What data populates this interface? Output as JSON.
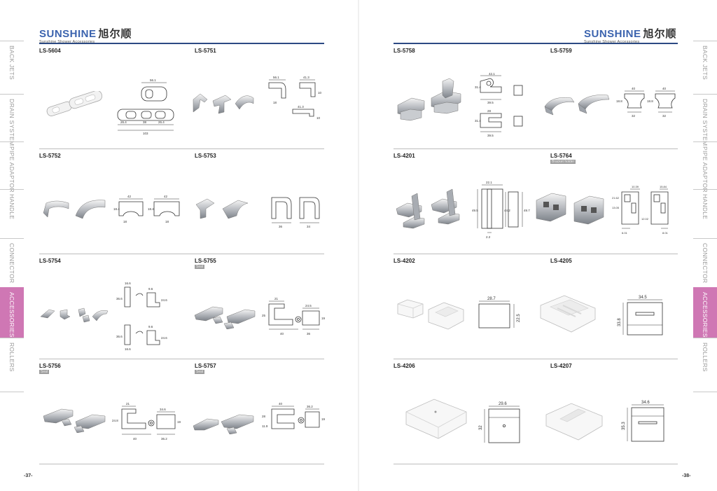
{
  "brand": {
    "name": "SUNSHINE",
    "name_cn": "旭尔顺",
    "tagline": "Sunshine Shower Accessories"
  },
  "side_tabs": [
    "BACK JETS",
    "DRAIN SYSTEM",
    "PIPE ADAPTOR",
    "HANDLE",
    "CONNECTOR",
    "ACCESSORIES",
    "ROLLERS"
  ],
  "active_tab": "ACCESSORIES",
  "colors": {
    "brand_blue": "#3b63ae",
    "rule": "#2c4a83",
    "active_tab": "#cf77b4",
    "tab_text": "#9a9a9a"
  },
  "pages": {
    "left": {
      "number": "-37-",
      "products": [
        {
          "code": "LS-5604",
          "dims": [
            "56.1",
            "26.4",
            "38",
            "26.4",
            "103"
          ]
        },
        {
          "code": "LS-5751",
          "dims": [
            "56.1",
            "41.3",
            "41.3",
            "18",
            "10",
            "10"
          ]
        },
        {
          "code": "LS-5752",
          "dims": [
            "42",
            "42",
            "18.4",
            "18.4",
            "18",
            "18"
          ]
        },
        {
          "code": "LS-5753",
          "dims": [
            "36",
            "34"
          ]
        },
        {
          "code": "LS-5754",
          "dims": [
            "16.6",
            "36.6",
            "9.6",
            "24.6",
            "16.6",
            "36.6",
            "9.6",
            "24.6"
          ]
        },
        {
          "code": "LS-5755",
          "note": "Seal",
          "dims": [
            "21",
            "24.5",
            "25",
            "40",
            "36",
            "19"
          ]
        },
        {
          "code": "LS-5756",
          "note": "Seal",
          "dims": [
            "21",
            "24.8",
            "34.6",
            "40",
            "36.2",
            "19"
          ]
        },
        {
          "code": "LS-5757",
          "note": "Seal",
          "dims": [
            "40",
            "36.2",
            "28",
            "11.9",
            "19"
          ]
        }
      ]
    },
    "right": {
      "number": "-38-",
      "products": [
        {
          "code": "LS-5758",
          "dims": [
            "42.1",
            "31.4",
            "39.5",
            "28",
            "31.4",
            "39.5"
          ]
        },
        {
          "code": "LS-5759",
          "dims": [
            "40",
            "40",
            "18.8",
            "18.8",
            "32",
            "32"
          ]
        },
        {
          "code": "LS-4201",
          "dims": [
            "22.1",
            "49.5",
            "44.2",
            "49.7",
            "2.2"
          ]
        },
        {
          "code": "LS-5764",
          "note": "Bracket holder",
          "dims": [
            "10.39",
            "15.84",
            "21.62",
            "13.05",
            "12.02",
            "6.01",
            "8.01"
          ]
        },
        {
          "code": "LS-4202",
          "dims": [
            "28.7",
            "22.5"
          ]
        },
        {
          "code": "LS-4205",
          "dims": [
            "34.5",
            "33.8"
          ]
        },
        {
          "code": "LS-4206",
          "dims": [
            "29.6",
            "32"
          ]
        },
        {
          "code": "LS-4207",
          "dims": [
            "34.6",
            "35.3"
          ]
        }
      ]
    }
  }
}
